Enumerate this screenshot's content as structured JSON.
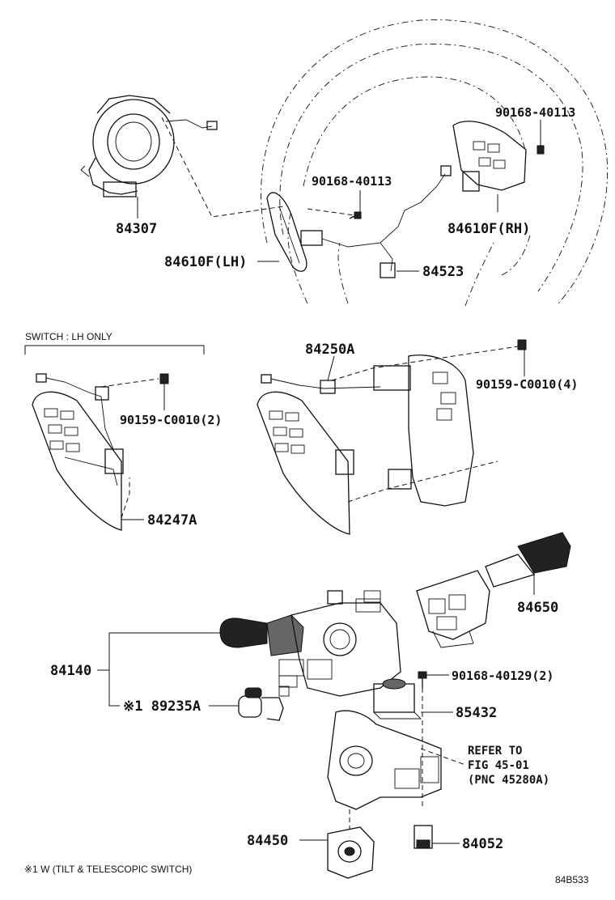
{
  "labels": {
    "p84307": "84307",
    "p84610f_lh": "84610F(LH)",
    "p84610f_rh": "84610F(RH)",
    "p90168_40113_a": "90168-40113",
    "p90168_40113_b": "90168-40113",
    "p84523": "84523",
    "switch_lh_only": "SWITCH : LH ONLY",
    "p90159_c0010_2": "90159-C0010(2)",
    "p84247a": "84247A",
    "p84250a": "84250A",
    "p90159_c0010_4": "90159-C0010(4)",
    "p84650": "84650",
    "p84140": "84140",
    "p90168_40129_2": "90168-40129(2)",
    "p89235a": "※1 89235A",
    "p85432": "85432",
    "refer_to": "REFER TO",
    "fig_45_01": "FIG 45-01",
    "pnc_45280a": "(PNC 45280A)",
    "p84450": "84450",
    "p84052": "84052",
    "footnote": "※1 W (TILT & TELESCOPIC SWITCH)",
    "figure_code": "84B533"
  }
}
